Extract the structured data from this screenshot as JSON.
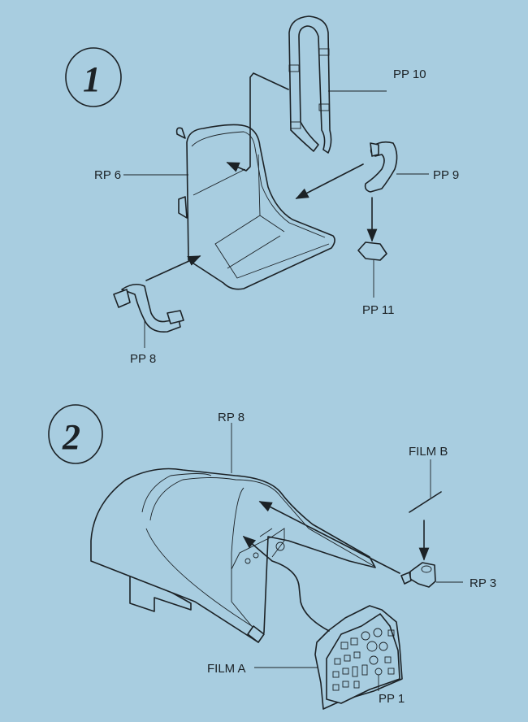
{
  "steps": [
    {
      "number": "1",
      "labels": {
        "pp10": "PP 10",
        "rp6": "RP 6",
        "pp9": "PP 9",
        "pp11": "PP 11",
        "pp8": "PP 8"
      }
    },
    {
      "number": "2",
      "labels": {
        "rp8": "RP 8",
        "film_b": "FILM B",
        "rp3": "RP 3",
        "film_a": "FILM A",
        "pp1": "PP 1"
      }
    }
  ],
  "colors": {
    "background": "#a8cde0",
    "ink": "#1c2226"
  }
}
